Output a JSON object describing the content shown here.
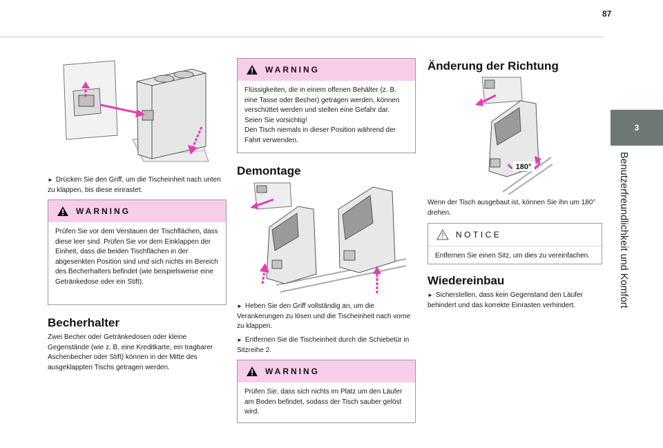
{
  "page": {
    "number": "87"
  },
  "side": {
    "tab_number": "3",
    "title": "Benutzerfreundlichkeit und Komfort"
  },
  "col1": {
    "fig_caption": "Drücken Sie den Griff, um die Tischeinheit nach unten zu klappen, bis diese einrastet.",
    "warning": {
      "title": "WARNING",
      "text": "Prüfen Sie vor dem Verstauen der Tischflächen, dass diese leer sind. Prüfen Sie vor dem Einklappen der Einheit, dass die beiden Tischflächen in der abgesenkten Position sind und sich nichts im Bereich des Becherhalters befindet (wie beispielsweise eine Getränkedose oder ein Stift)."
    },
    "becherhalter": {
      "heading": "Becherhalter",
      "text": "Zwei Becher oder Getränkedosen oder kleine Gegenstände (wie z. B. eine Kreditkarte, ein tragbarer Aschenbecher oder Stift) können in der Mitte des ausgeklappten Tischs getragen werden."
    }
  },
  "col2": {
    "warning1": {
      "title": "WARNING",
      "lines": [
        "Flüssigkeiten, die in einem offenen Behälter (z. B. eine Tasse oder Becher) getragen werden, können verschüttet werden und stellen eine Gefahr dar.",
        "Seien Sie vorsichtig!",
        "Den Tisch niemals in dieser Position während der Fahrt verwenden."
      ]
    },
    "demontage": {
      "heading": "Demontage",
      "step1": "Heben Sie den Griff vollständig an, um die Verankerungen zu lösen und die Tischeinheit nach vorne zu klappen.",
      "step2": "Entfernen Sie die Tischeinheit durch die Schiebetür in Sitzreihe 2."
    },
    "warning2": {
      "title": "WARNING",
      "text": "Prüfen Sie, dass sich nichts im Platz um den Läufer am Boden befindet, sodass der Tisch sauber gelöst wird."
    }
  },
  "col3": {
    "richtung": {
      "heading": "Änderung der Richtung",
      "badge": "180°",
      "text": "Wenn der Tisch ausgebaut ist, können Sie ihn um 180° drehen."
    },
    "notice": {
      "title": "NOTICE",
      "text": "Entfernen Sie einen Sitz, um dies zu vereinfachen."
    },
    "wiedereinbau": {
      "heading": "Wiedereinbau",
      "step1": "Sicherstellen, dass kein Gegenstand den Läufer behindert und das korrekte Einrasten verhindert."
    }
  },
  "colors": {
    "warning_band": "#f8cdea",
    "accent_arrow": "#e23fb6",
    "tab_grey": "#6f7777"
  },
  "icons": {
    "warning": "warning-triangle-icon",
    "notice": "notice-triangle-icon",
    "bullet": "arrow-right-icon"
  }
}
